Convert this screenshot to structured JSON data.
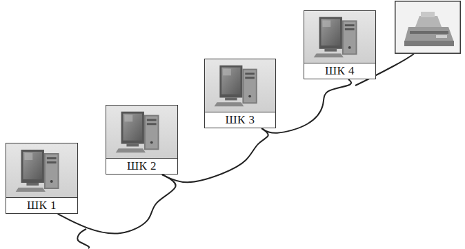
{
  "diagram": {
    "nodes": [
      {
        "text": [
          "ШК 1"
        ]
      },
      {
        "text": [
          "ШК 2"
        ]
      },
      {
        "text": [
          "ШК 3"
        ]
      },
      {
        "text": [
          "ШК 4"
        ]
      }
    ],
    "edges": [
      {
        "from": 0,
        "to": 1,
        "arrow": "none"
      },
      {
        "from": 1,
        "to": 2,
        "arrow": "none"
      },
      {
        "from": 2,
        "to": 3,
        "arrow": "none"
      }
    ]
  }
}
